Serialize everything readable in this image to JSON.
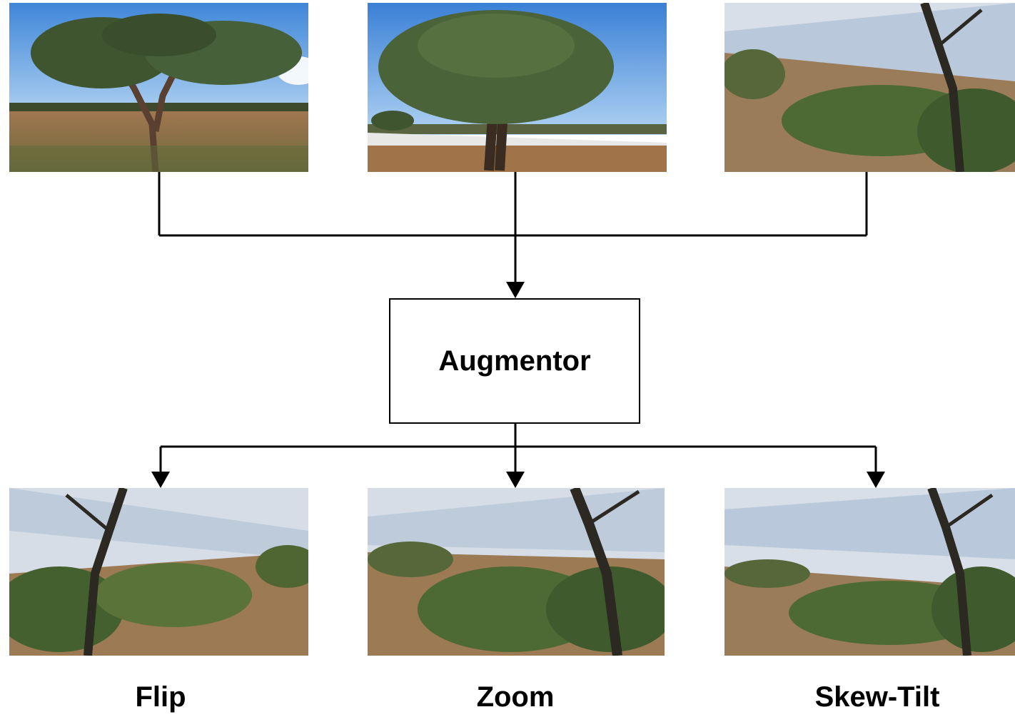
{
  "center_box": {
    "label": "Augmentor"
  },
  "captions": [
    "Flip",
    "Zoom",
    "Skew-Tilt"
  ],
  "inputs": [
    {
      "name": "tree-photo-1"
    },
    {
      "name": "tree-photo-2"
    },
    {
      "name": "tree-photo-3"
    }
  ],
  "outputs": [
    {
      "name": "flip-output-photo"
    },
    {
      "name": "zoom-output-photo"
    },
    {
      "name": "skew-tilt-output-photo"
    }
  ],
  "colors": {
    "line": "#000000",
    "sky": "#5fa0e0",
    "ground": "#9a7048",
    "foliage": "#4a5a32"
  }
}
